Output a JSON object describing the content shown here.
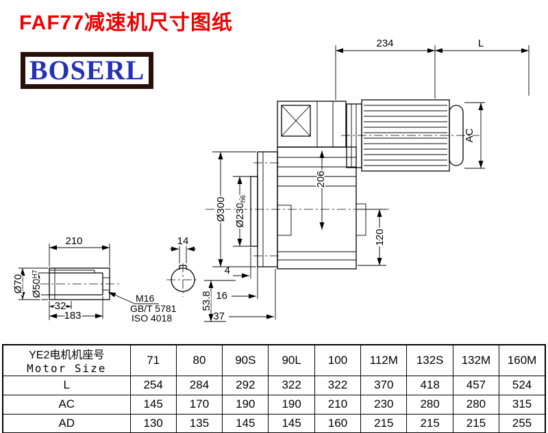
{
  "title": "FAF77减速机尺寸图纸",
  "logo": {
    "text": "BOSERL"
  },
  "colors": {
    "title": "#ee0000",
    "logo_text": "#2531b8",
    "logo_border": "#2a0f08",
    "line": "#000000",
    "background": "#ffffff"
  },
  "drawing": {
    "top_width": "234",
    "motor_length": "L",
    "motor_height": "AC",
    "center_height": "206",
    "flange_od": "Ø300",
    "spigot_d": "Ø230",
    "spigot_tol": "h6",
    "output_height": "120",
    "shaft_len": "210",
    "key_width": "14",
    "shaft_od": "Ø70",
    "bore_d": "Ø50",
    "bore_tol": "H7",
    "key_len": "32",
    "bore_len": "183",
    "thread": "M16",
    "thread_std1": "GB/T 5781",
    "thread_std2": "ISO 4018",
    "off1": "4",
    "off2": "16",
    "off3": "37",
    "off4": "53.8"
  },
  "table": {
    "header_cn": "YE2电机机座号",
    "header_en": "Motor Size",
    "sizes": [
      "71",
      "80",
      "90S",
      "90L",
      "100",
      "112M",
      "132S",
      "132M",
      "160M"
    ],
    "rows": [
      {
        "label": "L",
        "values": [
          "254",
          "284",
          "292",
          "322",
          "322",
          "370",
          "418",
          "457",
          "524"
        ]
      },
      {
        "label": "AC",
        "values": [
          "145",
          "170",
          "190",
          "190",
          "210",
          "230",
          "280",
          "280",
          "315"
        ]
      },
      {
        "label": "AD",
        "values": [
          "130",
          "135",
          "145",
          "145",
          "160",
          "215",
          "215",
          "215",
          "255"
        ]
      }
    ]
  }
}
